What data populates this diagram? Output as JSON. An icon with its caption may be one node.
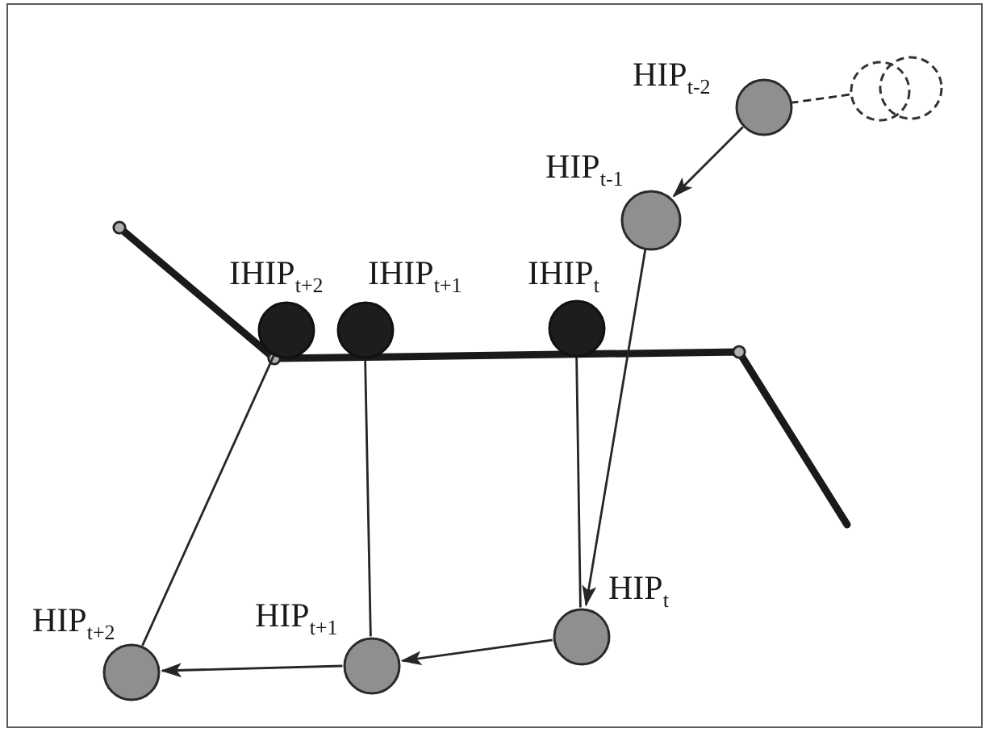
{
  "diagram": {
    "nodes": [
      {
        "text": [
          "HIP$_{t-2}$"
        ]
      },
      {
        "text": [],
        "shape": "circle"
      },
      {
        "text": [],
        "shape": "circle"
      },
      {
        "text": [
          "HIP$_{t-1}$"
        ]
      },
      {
        "text": [
          "IHIP$_{t+2}$"
        ]
      },
      {
        "text": [
          "IHIP$_{t+1}$"
        ]
      },
      {
        "text": [
          "IHIP$_{t}$"
        ]
      },
      {
        "text": [
          "HIP$_{t}$"
        ]
      },
      {
        "text": [
          "HIP$_{t+2}$"
        ]
      },
      {
        "text": [
          "HIP$_{t+1}$"
        ]
      }
    ],
    "edges": [
      {
        "from": 1,
        "to": 0,
        "arrow": "none",
        "style": "dashed"
      },
      {
        "from": 0,
        "to": 3,
        "arrow": "to"
      },
      {
        "from": 3,
        "to": 7,
        "arrow": "to"
      },
      {
        "from": 7,
        "to": 9,
        "arrow": "to"
      },
      {
        "from": 9,
        "to": 8,
        "arrow": "to"
      },
      {
        "from": 6,
        "to": 7,
        "arrow": "none"
      },
      {
        "from": 5,
        "to": 9,
        "arrow": "none"
      },
      {
        "from": 4,
        "to": 8,
        "arrow": "none"
      }
    ]
  }
}
